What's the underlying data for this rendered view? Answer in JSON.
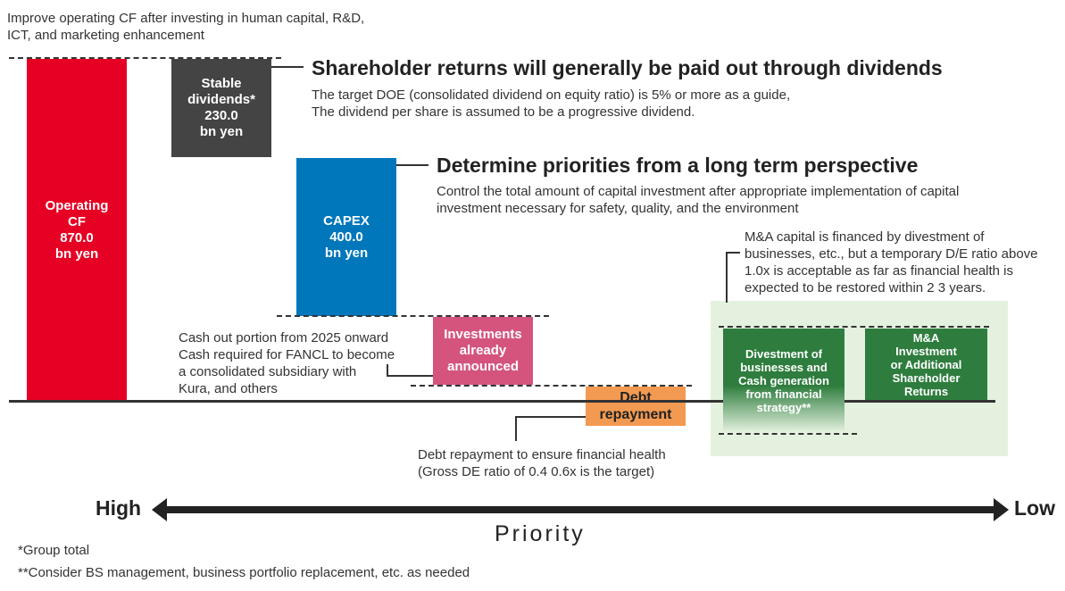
{
  "top_note": "Improve operating CF after investing in human capital, R&D,\nICT, and marketing enhancement",
  "colors": {
    "operating_cf": "#e60023",
    "dividends": "#444444",
    "capex": "#0077bb",
    "investments": "#d4547e",
    "debt": "#f39a52",
    "green": "#2e7d3e",
    "ma_panel": "#e4f1df"
  },
  "blocks": {
    "operating_cf": "Operating\nCF\n870.0\nbn yen",
    "dividends": "Stable\ndividends*\n230.0\nbn yen",
    "capex": "CAPEX\n400.0\nbn yen",
    "investments": "Investments\nalready\nannounced",
    "debt": "Debt\nrepayment",
    "divestment": "Divestment of\nbusinesses and\nCash generation\nfrom financial\nstrategy**",
    "ma": "M&A\nInvestment\nor Additional\nShareholder\nReturns"
  },
  "dividends_section": {
    "heading": "Shareholder returns will generally be paid out through dividends",
    "text": "The target DOE (consolidated dividend on equity ratio) is 5% or more as a guide,\nThe dividend per share is assumed to be a progressive dividend."
  },
  "capex_section": {
    "heading": "Determine priorities from a long term perspective",
    "text": "Control the total amount of capital investment after appropriate implementation of capital\ninvestment necessary for safety, quality, and the environment"
  },
  "ma_note": "M&A capital is financed by divestment of\nbusinesses, etc., but a temporary D/E ratio above\n1.0x is acceptable as far as financial health is\nexpected to be restored within 2 3 years.",
  "cash_out_note": "Cash out portion from 2025 onward\nCash required for FANCL to become\na consolidated subsidiary with\nKura, and others",
  "debt_note": "Debt repayment to ensure financial health\n(Gross DE ratio of 0.4 0.6x is the target)",
  "priority": {
    "high": "High",
    "low": "Low",
    "label": "Priority"
  },
  "footnotes": {
    "one": "*Group total",
    "two": "**Consider BS management, business portfolio replacement, etc. as needed"
  }
}
